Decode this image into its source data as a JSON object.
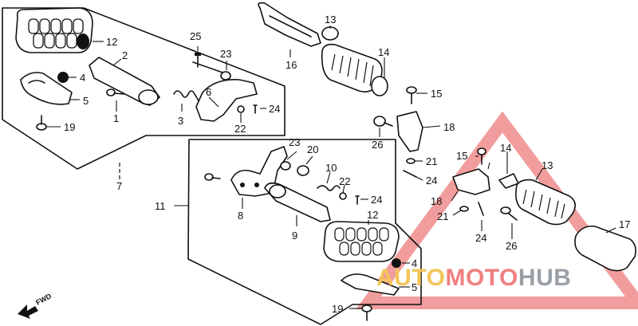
{
  "diagram": {
    "callouts": {
      "c1": "1",
      "c2": "2",
      "c3": "3",
      "c4a": "4",
      "c4b": "4",
      "c5a": "5",
      "c5b": "5",
      "c6": "6",
      "c7": "7",
      "c8": "8",
      "c9": "9",
      "c10": "10",
      "c11": "11",
      "c12a": "12",
      "c12b": "12",
      "c13a": "13",
      "c13b": "13",
      "c14a": "14",
      "c14b": "14",
      "c15a": "15",
      "c15b": "15",
      "c16": "16",
      "c17": "17",
      "c18a": "18",
      "c18b": "18",
      "c19a": "19",
      "c19b": "19",
      "c20": "20",
      "c21a": "21",
      "c21b": "21",
      "c22a": "22",
      "c22b": "22",
      "c23a": "23",
      "c23b": "23",
      "c24a": "24",
      "c24b": "24",
      "c24c": "24",
      "c25": "25",
      "c26a": "26",
      "c26b": "26"
    },
    "fwd_label": "FWD"
  },
  "watermark": {
    "text_a": "AUTO",
    "text_b": "MOTO",
    "text_c": "HUB",
    "color_a": "#f3c55a",
    "color_b": "#f08080",
    "color_c": "#9aa0a6",
    "triangle_color": "#e84c4c"
  }
}
